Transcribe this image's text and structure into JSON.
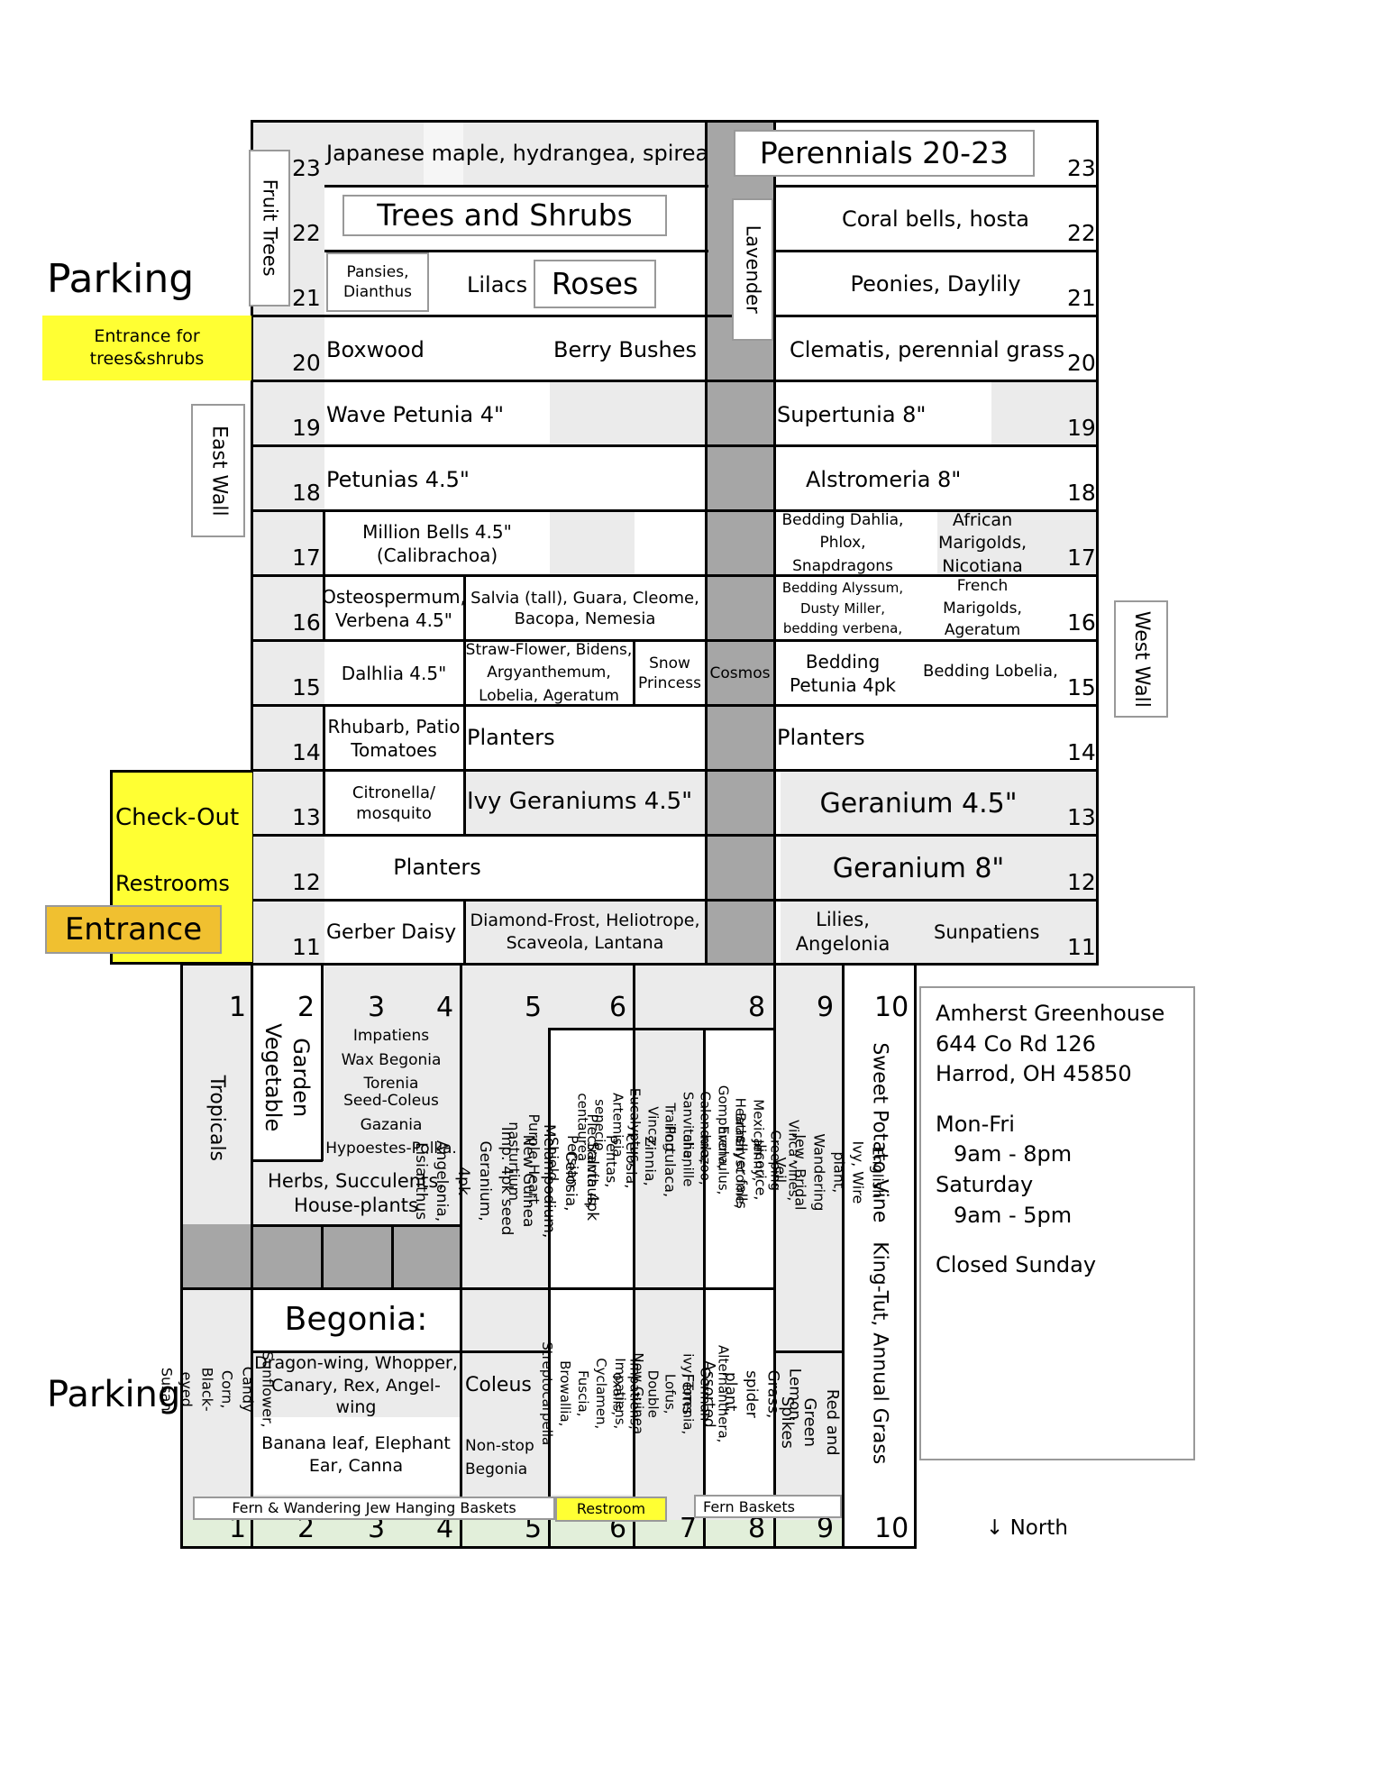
{
  "labels": {
    "parking_top": "Parking",
    "parking_bottom": "Parking",
    "entrance_trees": "Entrance for\ntrees&shrubs",
    "east_wall": "East Wall",
    "west_wall": "West Wall",
    "checkout": "Check-Out",
    "restrooms": "Restrooms",
    "entrance": "Entrance",
    "fruit_trees": "Fruit Trees",
    "lavender": "Lavender",
    "north": "↓ North"
  },
  "top": {
    "r23_left": "Japanese maple, hydrangea, spirea",
    "perennials": "Perennials 20-23",
    "trees_shrubs": "Trees and Shrubs",
    "r22_right": "Coral bells, hosta",
    "pansies": "Pansies,\nDianthus",
    "lilacs": "Lilacs",
    "roses": "Roses",
    "r21_right": "Peonies, Daylily",
    "boxwood": "Boxwood",
    "berry": "Berry Bushes",
    "r20_right": "Clematis, perennial grass",
    "wave": "Wave Petunia 4\"",
    "supertunia": "Supertunia 8\"",
    "petunias": "Petunias 4.5\"",
    "alstromeria": "Alstromeria 8\"",
    "million": "Million Bells 4.5\"\n(Calibrachoa)",
    "dahlia_bed": "Bedding Dahlia,\nPhlox,\nSnapdragons",
    "african": "African\nMarigolds,\nNicotiana",
    "osteo": "Osteospermum,\nVerbena 4.5\"",
    "salvia_tall": "Salvia (tall), Guara, Cleome,\nBacopa, Nemesia",
    "alyssum": "Bedding Alyssum,\nDusty Miller,\nbedding verbena,",
    "french": "French\nMarigolds,\nAgeratum",
    "dahlia45": "Dalhlia 4.5\"",
    "straw": "Straw-Flower, Bidens,\nArgyanthemum,\nLobelia, Ageratum",
    "snow": "Snow\nPrincess",
    "cosmos": "Cosmos",
    "bed_petunia": "Bedding\nPetunia 4pk",
    "lobelia": "Bedding Lobelia,",
    "rhubarb": "Rhubarb, Patio\nTomatoes",
    "planters14a": "Planters",
    "planters14b": "Planters",
    "citronella": "Citronella/\nmosquito",
    "ivy_ger": "Ivy Geraniums 4.5\"",
    "ger45": "Geranium 4.5\"",
    "planters12": "Planters",
    "ger8": "Geranium 8\"",
    "gerber": "Gerber Daisy",
    "diamond": "Diamond-Frost, Heliotrope,\nScaveola, Lantana",
    "lilies": "Lilies,\nAngelonia",
    "sunpatiens": "Sunpatiens"
  },
  "row_numbers_left": [
    "23",
    "22",
    "21",
    "20",
    "19",
    "18",
    "17",
    "16",
    "15",
    "14",
    "13",
    "12",
    "11"
  ],
  "row_numbers_right": [
    "23",
    "22",
    "21",
    "20",
    "19",
    "18",
    "17",
    "16",
    "15",
    "14",
    "13",
    "12",
    "11"
  ],
  "bottom": {
    "col_top": [
      "1",
      "2",
      "3",
      "4",
      "5",
      "6",
      "8",
      "9",
      "10"
    ],
    "col_bottom": [
      "1",
      "2",
      "3",
      "4",
      "5",
      "6",
      "7",
      "8",
      "9",
      "10"
    ],
    "tropicals": "Tropicals",
    "garden_veg": "Garden\nVegetable",
    "impatiens": "Impatiens\nWax Begonia\nTorenia",
    "seed_coleus": "Seed-Coleus\nGazania\nHypoestes-Polka.",
    "herbs": "Herbs, Succulents,\nHouse-plants",
    "salvia4pk": "Salvia 4pk Celosia, Melampodium,\nNew Guinea Imp. 4pk seed Geranium,\n4pk Angelonia, Lisianthus",
    "portulaca": "Portulaca, Zinnia, celosia, Pentas,\nPlectranthus, Persian Shield,\nPurple Heart, nasturtium",
    "mexican": "Mexican Heather, Gomphrena, Calendula,\nSanvitalia, Trailing Vinca, Eucalyptus,\nArtemisia, senecio, centaurea",
    "vinca_vines": "Vinca vines, Creeping Jenny,\nBrachyscome, Evolvulus, mezoo,\nchenille",
    "english_ivy": "English Ivy, Wire plant, Wandering\nJew, Bridal Veil, licorice, silver falls",
    "sweet_potato": "Sweet Potato Vine   King-Tut, Annual Grass",
    "sunflower": "Sunflower, Candy Corn,\nBlack-eyed Susan",
    "begonia": "Begonia:",
    "dragon": "Dragon-wing, Whopper,\nCanary, Rex, Angel-wing",
    "banana": "Banana leaf, Elephant\nEar, Canna",
    "coleus": "Coleus",
    "nonstop": "Non-stop\nBegonia",
    "browallia": "New Guinea Impatiens,\nCyclamen, Fuscia,\nBrowallia, Streptocarpella",
    "double_imp": "Alternanthera, German\nivy, Torenia, Lofus,\nDouble Impatiens, oxalis,",
    "lemon": "Lemon Grass, spider\nplant, Assorted Ferns",
    "red_green": "Red and\nGreen Spikes",
    "fern_wandering": "Fern & Wandering Jew Hanging Baskets",
    "restroom": "Restroom",
    "fern_baskets": "Fern Baskets"
  },
  "info": {
    "name": "Amherst Greenhouse",
    "address1": "644 Co Rd 126",
    "address2": "Harrod, OH 45850",
    "weekday": "Mon-Fri",
    "weekday_hours": "9am - 8pm",
    "saturday": "Saturday",
    "saturday_hours": "9am - 5pm",
    "sunday": "Closed Sunday"
  },
  "colors": {
    "yellow": "#ffff33",
    "entrance": "#f0c030",
    "aisle": "#a6a6a6",
    "light": "#ebebeb",
    "green": "#e2efda"
  }
}
